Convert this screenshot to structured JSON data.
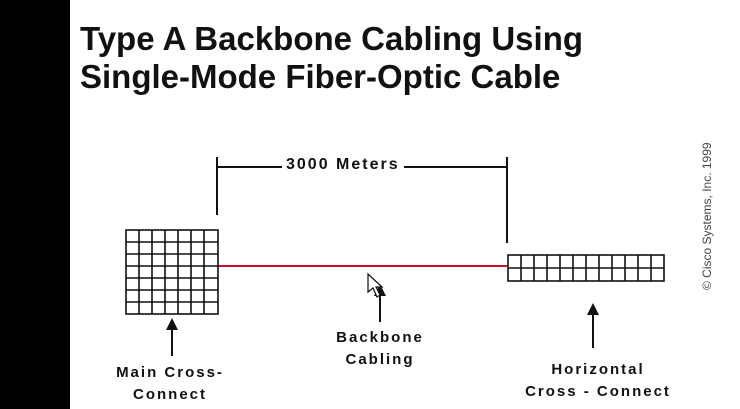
{
  "title": {
    "line1": "Type A Backbone Cabling Using",
    "line2": "Single-Mode Fiber-Optic Cable"
  },
  "distance_label": "3000 Meters",
  "labels": {
    "main_cross_connect": {
      "line1": "Main Cross-",
      "line2": "Connect"
    },
    "backbone_cabling": {
      "line1": "Backbone",
      "line2": "Cabling"
    },
    "horizontal_cross_connect": {
      "line1": "Horizontal",
      "line2": "Cross - Connect"
    }
  },
  "copyright": "© Cisco Systems, Inc. 1999",
  "colors": {
    "cable": "#c8102e",
    "sidebar": "#000000",
    "line": "#111111"
  },
  "icons": [
    "grid-panel-icon",
    "up-arrow-icon",
    "mouse-cursor-icon"
  ]
}
